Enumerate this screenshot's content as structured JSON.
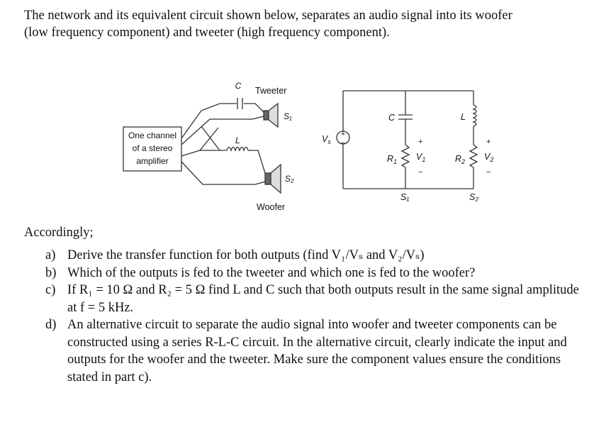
{
  "intro": {
    "line1": "The network and its equivalent circuit shown below, separates an audio signal into its woofer",
    "line2": "(low frequency component) and tweeter (high frequency component)."
  },
  "figure": {
    "left": {
      "amp_line1": "One channel",
      "amp_line2": "of a stereo",
      "amp_line3": "amplifier",
      "cap_label": "C",
      "tweeter_label": "Tweeter",
      "s1_label": "S₁",
      "ind_label": "L",
      "s2_label": "S₂",
      "woofer_label": "Woofer"
    },
    "right": {
      "vs_label": "V",
      "vs_sub": "s",
      "src_plus": "+",
      "src_minus": "−",
      "cap_label": "C",
      "ind_label": "L",
      "r1_label": "R",
      "r1_sub": "1",
      "r2_label": "R",
      "r2_sub": "2",
      "v1_label": "V",
      "v1_sub": "1",
      "v2_label": "V",
      "v2_sub": "2",
      "plus": "+",
      "minus": "−",
      "s1_label": "S₁",
      "s2_label": "S₂"
    }
  },
  "accordingly": "Accordingly;",
  "questions": [
    {
      "label": "a)",
      "text": "Derive the transfer function for both outputs (find V₁/Vₛ and V₂/Vₛ)"
    },
    {
      "label": "b)",
      "text": "Which of the outputs is fed to the tweeter and which one is fed to the woofer?"
    },
    {
      "label": "c)",
      "text": "If R₁ = 10 Ω and R₂ = 5 Ω find L and C such that both outputs result in the same signal amplitude at f = 5 kHz."
    },
    {
      "label": "d)",
      "text": "An alternative circuit to separate the audio signal into woofer and tweeter components can be constructed using a series R-L-C circuit. In the alternative circuit, clearly indicate the input and outputs for the woofer and the tweeter. Make sure the component values ensure the conditions stated in part c)."
    }
  ]
}
